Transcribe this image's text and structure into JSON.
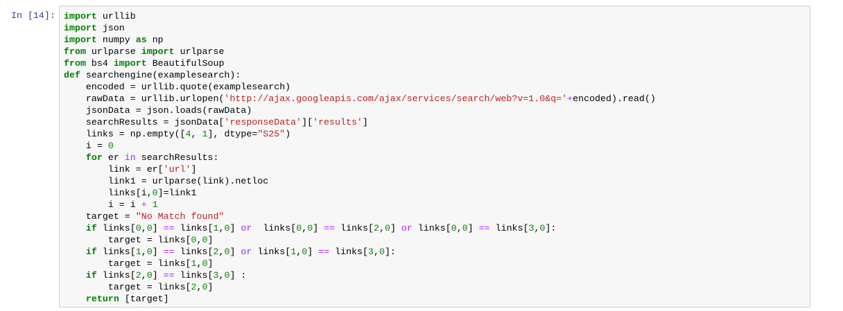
{
  "prompt": "In [14]:",
  "code_lines": [
    [
      [
        "k",
        "import"
      ],
      [
        "p",
        " urllib"
      ]
    ],
    [
      [
        "k",
        "import"
      ],
      [
        "p",
        " json"
      ]
    ],
    [
      [
        "k",
        "import"
      ],
      [
        "p",
        " numpy "
      ],
      [
        "k",
        "as"
      ],
      [
        "p",
        " np"
      ]
    ],
    [
      [
        "k",
        "from"
      ],
      [
        "p",
        " urlparse "
      ],
      [
        "k",
        "import"
      ],
      [
        "p",
        " urlparse"
      ]
    ],
    [
      [
        "k",
        "from"
      ],
      [
        "p",
        " bs4 "
      ],
      [
        "k",
        "import"
      ],
      [
        "p",
        " BeautifulSoup"
      ]
    ],
    [
      [
        "k",
        "def"
      ],
      [
        "p",
        " searchengine(examplesearch):"
      ]
    ],
    [
      [
        "p",
        "    encoded = urllib.quote(examplesearch)"
      ]
    ],
    [
      [
        "p",
        "    rawData = urllib.urlopen("
      ],
      [
        "s",
        "'http://ajax.googleapis.com/ajax/services/search/web?v=1.0&q='"
      ],
      [
        "o",
        "+"
      ],
      [
        "p",
        "encoded).read()"
      ]
    ],
    [
      [
        "p",
        "    jsonData = json.loads(rawData)"
      ]
    ],
    [
      [
        "p",
        "    searchResults = jsonData["
      ],
      [
        "s",
        "'responseData'"
      ],
      [
        "p",
        "]["
      ],
      [
        "s",
        "'results'"
      ],
      [
        "p",
        "]"
      ]
    ],
    [
      [
        "p",
        "    links = np.empty(["
      ],
      [
        "n",
        "4"
      ],
      [
        "p",
        ", "
      ],
      [
        "n",
        "1"
      ],
      [
        "p",
        "], dtype="
      ],
      [
        "s",
        "\"S25\""
      ],
      [
        "p",
        ")"
      ]
    ],
    [
      [
        "p",
        "    i = "
      ],
      [
        "n",
        "0"
      ]
    ],
    [
      [
        "p",
        "    "
      ],
      [
        "k",
        "for"
      ],
      [
        "p",
        " er "
      ],
      [
        "o",
        "in"
      ],
      [
        "p",
        " searchResults:"
      ]
    ],
    [
      [
        "p",
        "        link = er["
      ],
      [
        "s",
        "'url'"
      ],
      [
        "p",
        "]"
      ]
    ],
    [
      [
        "p",
        "        link1 = urlparse(link).netloc"
      ]
    ],
    [
      [
        "p",
        "        links[i,"
      ],
      [
        "n",
        "0"
      ],
      [
        "p",
        "]=link1"
      ]
    ],
    [
      [
        "p",
        "        i = i "
      ],
      [
        "o",
        "+"
      ],
      [
        "p",
        " "
      ],
      [
        "n",
        "1"
      ]
    ],
    [
      [
        "p",
        "    target = "
      ],
      [
        "s",
        "\"No Match found\""
      ]
    ],
    [
      [
        "p",
        "    "
      ],
      [
        "k",
        "if"
      ],
      [
        "p",
        " links["
      ],
      [
        "n",
        "0"
      ],
      [
        "p",
        ","
      ],
      [
        "n",
        "0"
      ],
      [
        "p",
        "] "
      ],
      [
        "o",
        "=="
      ],
      [
        "p",
        " links["
      ],
      [
        "n",
        "1"
      ],
      [
        "p",
        ","
      ],
      [
        "n",
        "0"
      ],
      [
        "p",
        "] "
      ],
      [
        "o",
        "or"
      ],
      [
        "p",
        "  links["
      ],
      [
        "n",
        "0"
      ],
      [
        "p",
        ","
      ],
      [
        "n",
        "0"
      ],
      [
        "p",
        "] "
      ],
      [
        "o",
        "=="
      ],
      [
        "p",
        " links["
      ],
      [
        "n",
        "2"
      ],
      [
        "p",
        ","
      ],
      [
        "n",
        "0"
      ],
      [
        "p",
        "] "
      ],
      [
        "o",
        "or"
      ],
      [
        "p",
        " links["
      ],
      [
        "n",
        "0"
      ],
      [
        "p",
        ","
      ],
      [
        "n",
        "0"
      ],
      [
        "p",
        "] "
      ],
      [
        "o",
        "=="
      ],
      [
        "p",
        " links["
      ],
      [
        "n",
        "3"
      ],
      [
        "p",
        ","
      ],
      [
        "n",
        "0"
      ],
      [
        "p",
        "]:"
      ]
    ],
    [
      [
        "p",
        "        target = links["
      ],
      [
        "n",
        "0"
      ],
      [
        "p",
        ","
      ],
      [
        "n",
        "0"
      ],
      [
        "p",
        "]"
      ]
    ],
    [
      [
        "p",
        "    "
      ],
      [
        "k",
        "if"
      ],
      [
        "p",
        " links["
      ],
      [
        "n",
        "1"
      ],
      [
        "p",
        ","
      ],
      [
        "n",
        "0"
      ],
      [
        "p",
        "] "
      ],
      [
        "o",
        "=="
      ],
      [
        "p",
        " links["
      ],
      [
        "n",
        "2"
      ],
      [
        "p",
        ","
      ],
      [
        "n",
        "0"
      ],
      [
        "p",
        "] "
      ],
      [
        "o",
        "or"
      ],
      [
        "p",
        " links["
      ],
      [
        "n",
        "1"
      ],
      [
        "p",
        ","
      ],
      [
        "n",
        "0"
      ],
      [
        "p",
        "] "
      ],
      [
        "o",
        "=="
      ],
      [
        "p",
        " links["
      ],
      [
        "n",
        "3"
      ],
      [
        "p",
        ","
      ],
      [
        "n",
        "0"
      ],
      [
        "p",
        "]:"
      ]
    ],
    [
      [
        "p",
        "        target = links["
      ],
      [
        "n",
        "1"
      ],
      [
        "p",
        ","
      ],
      [
        "n",
        "0"
      ],
      [
        "p",
        "]"
      ]
    ],
    [
      [
        "p",
        "    "
      ],
      [
        "k",
        "if"
      ],
      [
        "p",
        " links["
      ],
      [
        "n",
        "2"
      ],
      [
        "p",
        ","
      ],
      [
        "n",
        "0"
      ],
      [
        "p",
        "] "
      ],
      [
        "o",
        "=="
      ],
      [
        "p",
        " links["
      ],
      [
        "n",
        "3"
      ],
      [
        "p",
        ","
      ],
      [
        "n",
        "0"
      ],
      [
        "p",
        "] :"
      ]
    ],
    [
      [
        "p",
        "        target = links["
      ],
      [
        "n",
        "2"
      ],
      [
        "p",
        ","
      ],
      [
        "n",
        "0"
      ],
      [
        "p",
        "]"
      ]
    ],
    [
      [
        "p",
        "    "
      ],
      [
        "k",
        "return"
      ],
      [
        "p",
        " [target]"
      ]
    ]
  ]
}
